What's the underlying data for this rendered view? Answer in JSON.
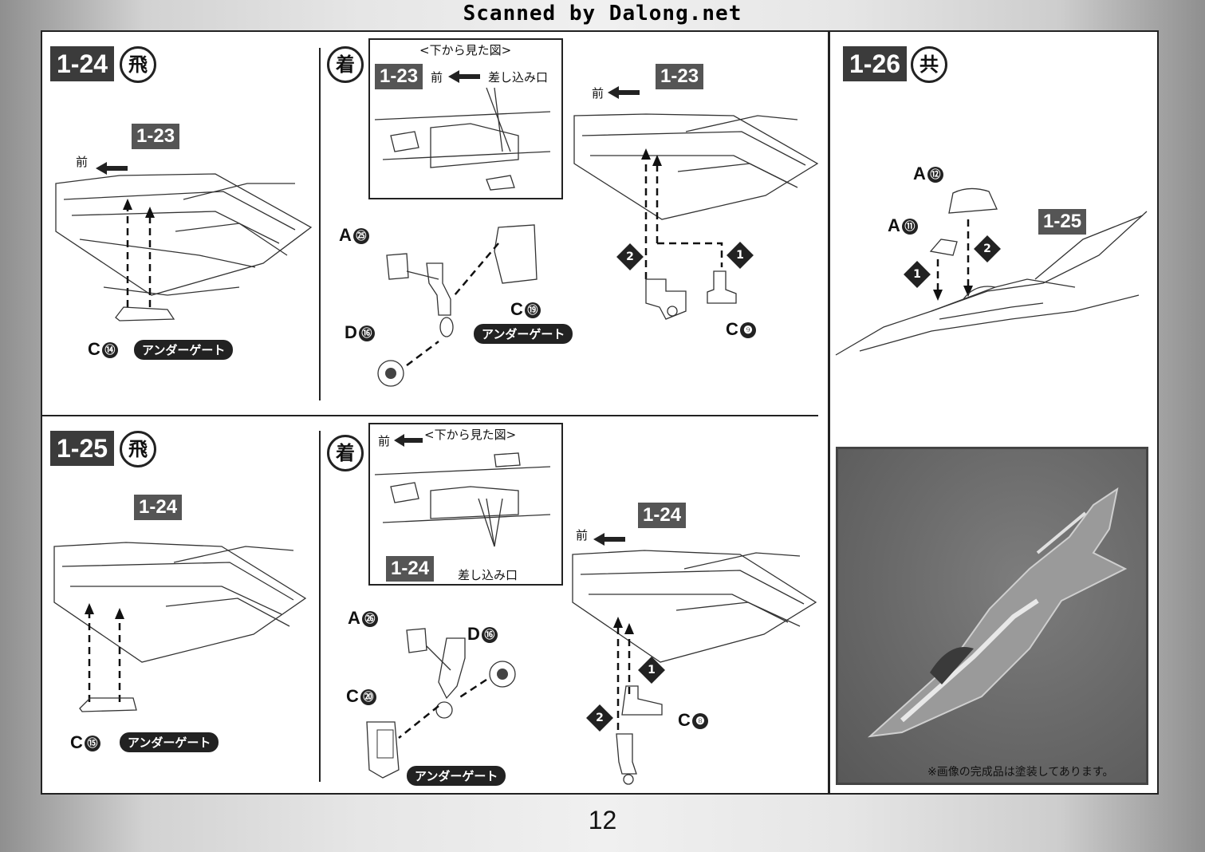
{
  "banner": "Scanned by Dalong.net",
  "page_number": "12",
  "steps": {
    "s1_24": {
      "number": "1-24",
      "type_kanji": "飛",
      "ref": "1-23",
      "front": "前",
      "part": "C",
      "part_num": "⑭",
      "gate": "アンダーゲート"
    },
    "s1_24b": {
      "type_kanji": "着",
      "inset_title": "<下から見た図>",
      "inset_ref": "1-23",
      "inset_front": "前",
      "inset_slot": "差し込み口",
      "ref": "1-23",
      "front": "前",
      "part_a": "A",
      "part_a_num": "㉕",
      "part_c": "C",
      "part_c_num": "⑲",
      "part_d": "D",
      "part_d_num": "⑯",
      "part_c2": "C",
      "part_c2_num": "❾",
      "gate": "アンダーゲート",
      "step1": "1",
      "step2": "2"
    },
    "s1_26": {
      "number": "1-26",
      "type_kanji": "共",
      "ref": "1-25",
      "part_a12": "A",
      "part_a12_num": "⑫",
      "part_a11": "A",
      "part_a11_num": "⑪",
      "step1": "1",
      "step2": "2"
    },
    "s1_25": {
      "number": "1-25",
      "type_kanji": "飛",
      "ref": "1-24",
      "part": "C",
      "part_num": "⑮",
      "gate": "アンダーゲート"
    },
    "s1_25b": {
      "type_kanji": "着",
      "inset_title": "<下から見た図>",
      "inset_front": "前",
      "inset_ref": "1-24",
      "inset_slot": "差し込み口",
      "ref": "1-24",
      "front": "前",
      "part_a": "A",
      "part_a_num": "㉖",
      "part_d": "D",
      "part_d_num": "⑯",
      "part_c": "C",
      "part_c_num": "⑳",
      "part_c2": "C",
      "part_c2_num": "❽",
      "gate": "アンダーゲート",
      "step1": "1",
      "step2": "2"
    }
  },
  "photo_note": "※画像の完成品は塗装してあります。"
}
